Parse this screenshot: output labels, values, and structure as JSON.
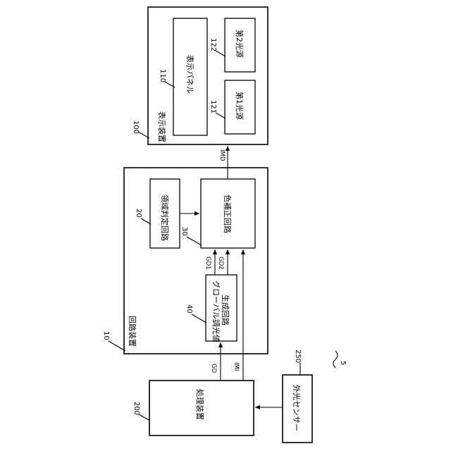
{
  "display_device": {
    "title": "表示装置",
    "ref": "100",
    "panel": {
      "label": "表示パネル",
      "ref": "110"
    },
    "light_source_1": {
      "label": "第1光源",
      "ref": "121"
    },
    "light_source_2": {
      "label": "第2光源",
      "ref": "122"
    }
  },
  "circuit_device": {
    "title": "回路装置",
    "ref": "10",
    "region_judge": {
      "label": "領域判定回路",
      "ref": "20"
    },
    "color_correction": {
      "label": "色補正回路",
      "ref": "30"
    },
    "global_dimming": {
      "label_line1": "グローバル調光値",
      "label_line2": "生成回路",
      "ref": "40"
    }
  },
  "processing_device": {
    "label": "処理装置",
    "ref": "200"
  },
  "ambient_sensor": {
    "label": "外光センサー",
    "ref": "250"
  },
  "system_ref": "5",
  "signals": {
    "imd": "IMD",
    "gd1": "GD1",
    "gd2": "GD2",
    "gd": "GD",
    "imi": "IMI"
  }
}
